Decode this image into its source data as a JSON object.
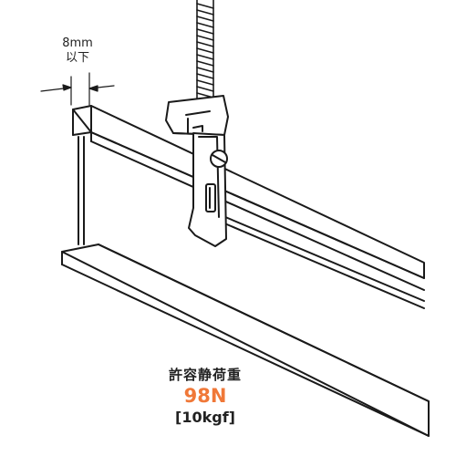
{
  "dimension": {
    "value_label": "8mm",
    "qualifier_label": "以下"
  },
  "load_spec": {
    "title": "許容静荷重",
    "value_newton": "98N",
    "value_kgf": "[10kgf]"
  },
  "colors": {
    "line": "#1a1a1a",
    "accent": "#f07838",
    "background": "#ffffff"
  },
  "icons": [
    "threaded-rod-icon",
    "hanger-clip-icon",
    "rail-profile-icon",
    "dimension-arrow-icon"
  ]
}
